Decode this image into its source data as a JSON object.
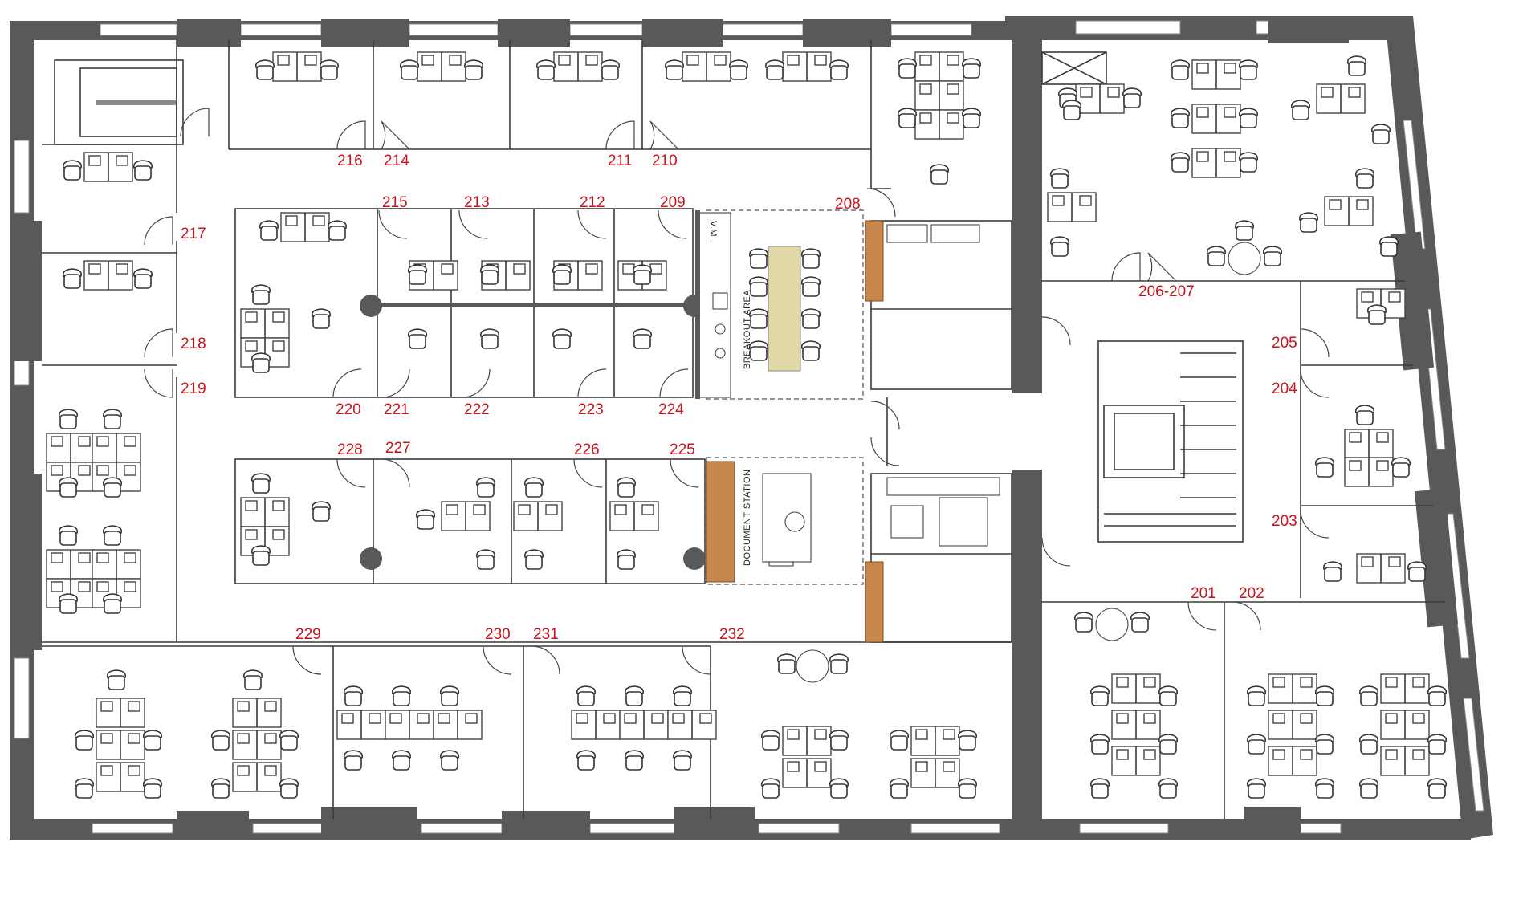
{
  "room_numbers": {
    "r216": "216",
    "r214": "214",
    "r211": "211",
    "r210": "210",
    "r215": "215",
    "r213": "213",
    "r212": "212",
    "r209": "209",
    "r208": "208",
    "r217": "217",
    "r218": "218",
    "r219": "219",
    "r220": "220",
    "r221": "221",
    "r222": "222",
    "r223": "223",
    "r224": "224",
    "r228": "228",
    "r227": "227",
    "r226": "226",
    "r225": "225",
    "r229": "229",
    "r230": "230",
    "r231": "231",
    "r232": "232",
    "r206_207": "206-207",
    "r205": "205",
    "r204": "204",
    "r203": "203",
    "r201": "201",
    "r202": "202"
  },
  "area_labels": {
    "vm": "V.M.",
    "breakout": "BREAKOUT AREA",
    "document": "DOCUMENT STATION"
  },
  "colors": {
    "wall": "#58595b",
    "room_number": "#c8141c",
    "counter": "#c8884d",
    "breakout_table": "#e0d9a6"
  }
}
